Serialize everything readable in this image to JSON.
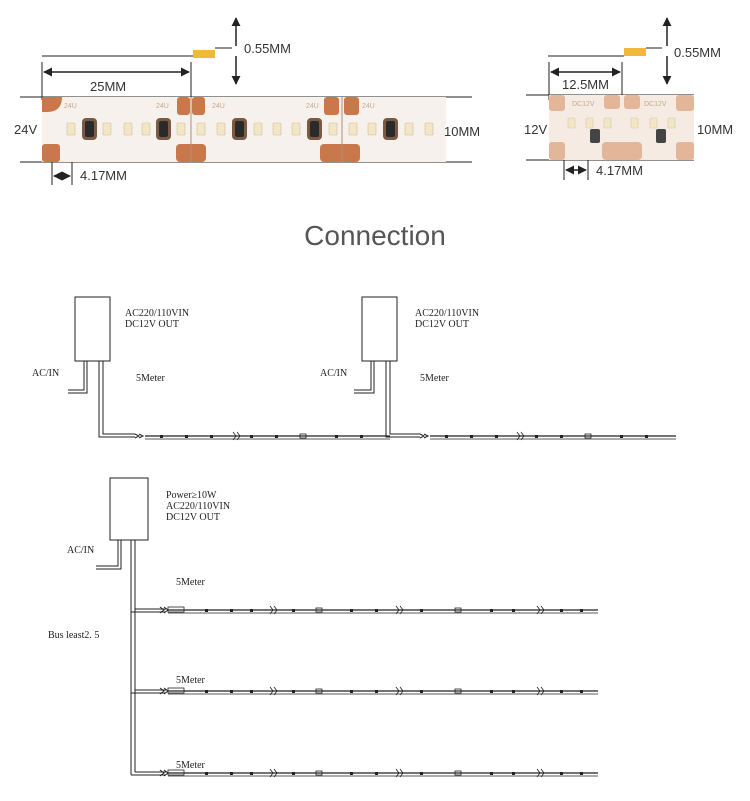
{
  "strip_24v": {
    "thickness": "0.55MM",
    "cut_length": "25MM",
    "voltage": "24V",
    "width": "10MM",
    "led_pitch": "4.17MM",
    "pad_label": "24U"
  },
  "strip_12v": {
    "thickness": "0.55MM",
    "cut_length": "12.5MM",
    "voltage": "12V",
    "width": "10MM",
    "led_pitch": "4.17MM",
    "pad_label": "DC12V"
  },
  "connection": {
    "title": "Connection",
    "single_diagram": {
      "psu_line1": "AC220/110VIN",
      "psu_line2": "DC12V OUT",
      "input_label": "AC/IN",
      "run_label": "5Meter"
    },
    "parallel_diagram": {
      "psu_line0": "Power≥10W",
      "psu_line1": "AC220/110VIN",
      "psu_line2": "DC12V OUT",
      "input_label": "AC/IN",
      "bus_label": "Bus least2. 5",
      "run_labels": [
        "5Meter",
        "5Meter",
        "5Meter"
      ]
    }
  },
  "colors": {
    "pcb": "#f6f1ec",
    "pad": "#c8784a",
    "led": "#f3e6c4",
    "resistor": "#2a2a2a",
    "accent": "#f0b93b",
    "line": "#333333"
  }
}
